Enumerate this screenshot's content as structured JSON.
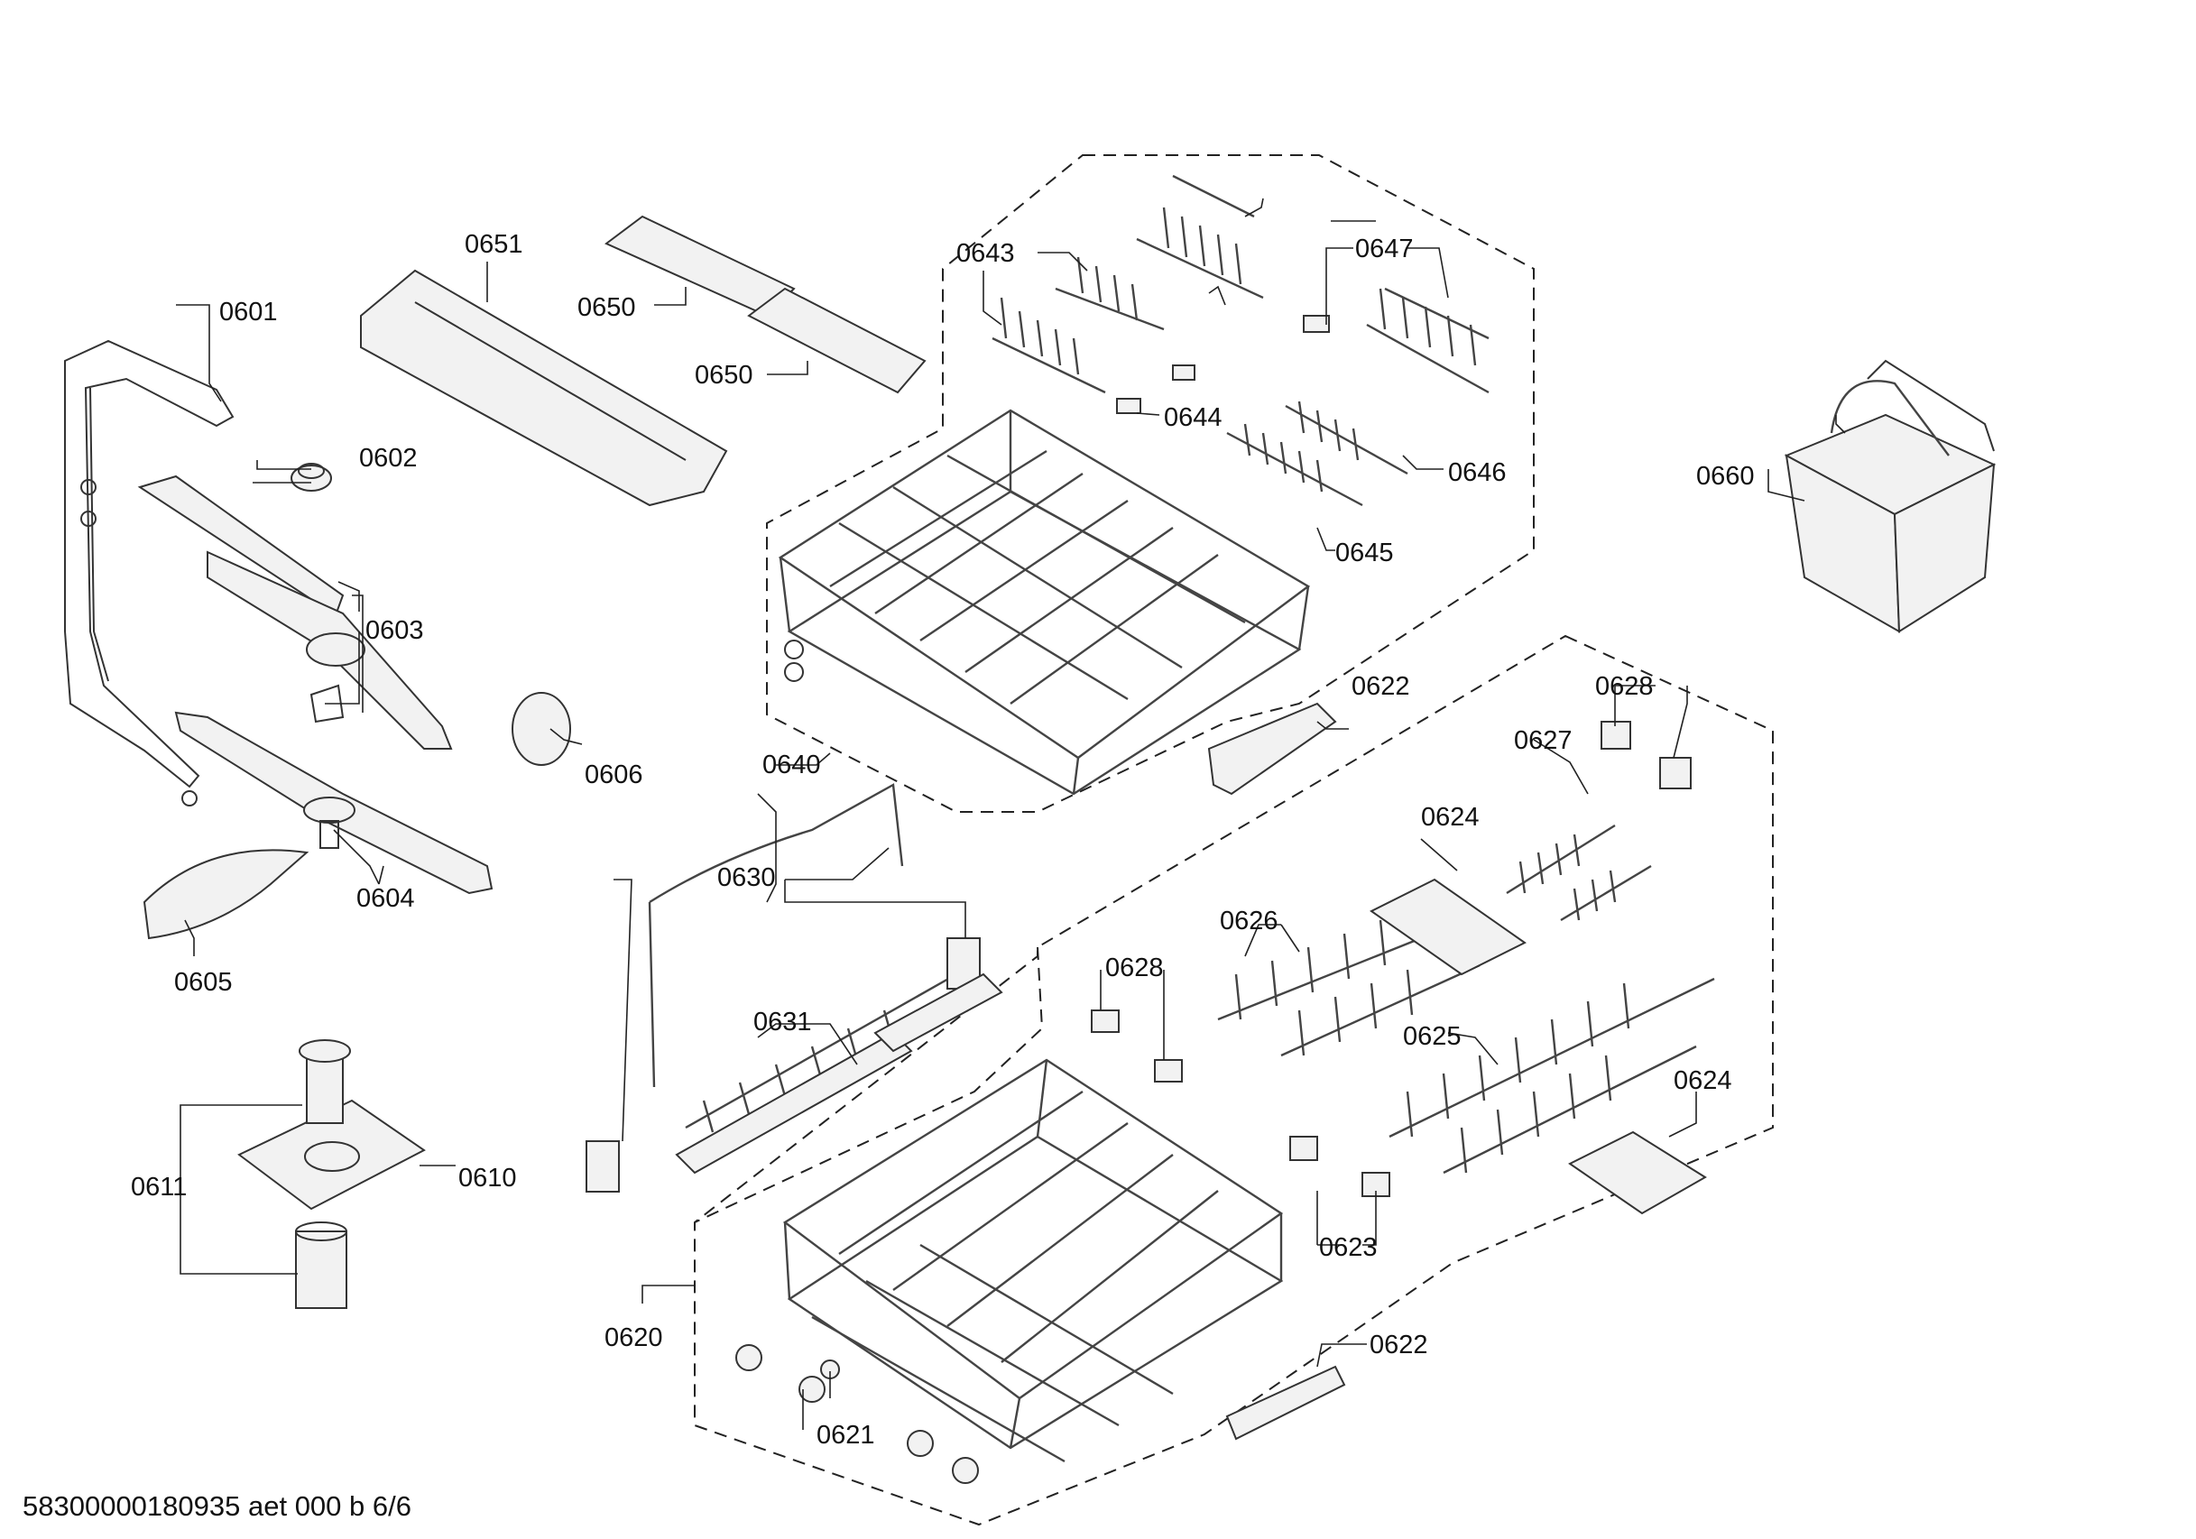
{
  "footer": {
    "doc_id": "58300000180935 aet 000 b 6/6"
  },
  "callouts": [
    {
      "id": "0601",
      "label": "0601"
    },
    {
      "id": "0602",
      "label": "0602"
    },
    {
      "id": "0603",
      "label": "0603"
    },
    {
      "id": "0604",
      "label": "0604"
    },
    {
      "id": "0605",
      "label": "0605"
    },
    {
      "id": "0606",
      "label": "0606"
    },
    {
      "id": "0610",
      "label": "0610"
    },
    {
      "id": "0611",
      "label": "0611"
    },
    {
      "id": "0620",
      "label": "0620"
    },
    {
      "id": "0621",
      "label": "0621"
    },
    {
      "id": "0622a",
      "label": "0622"
    },
    {
      "id": "0622b",
      "label": "0622"
    },
    {
      "id": "0623",
      "label": "0623"
    },
    {
      "id": "0624a",
      "label": "0624"
    },
    {
      "id": "0624b",
      "label": "0624"
    },
    {
      "id": "0625",
      "label": "0625"
    },
    {
      "id": "0626",
      "label": "0626"
    },
    {
      "id": "0627",
      "label": "0627"
    },
    {
      "id": "0628a",
      "label": "0628"
    },
    {
      "id": "0628b",
      "label": "0628"
    },
    {
      "id": "0630",
      "label": "0630"
    },
    {
      "id": "0631",
      "label": "0631"
    },
    {
      "id": "0640",
      "label": "0640"
    },
    {
      "id": "0643",
      "label": "0643"
    },
    {
      "id": "0644",
      "label": "0644"
    },
    {
      "id": "0645",
      "label": "0645"
    },
    {
      "id": "0646",
      "label": "0646"
    },
    {
      "id": "0647",
      "label": "0647"
    },
    {
      "id": "0650a",
      "label": "0650"
    },
    {
      "id": "0650b",
      "label": "0650"
    },
    {
      "id": "0651",
      "label": "0651"
    },
    {
      "id": "0660",
      "label": "0660"
    }
  ]
}
